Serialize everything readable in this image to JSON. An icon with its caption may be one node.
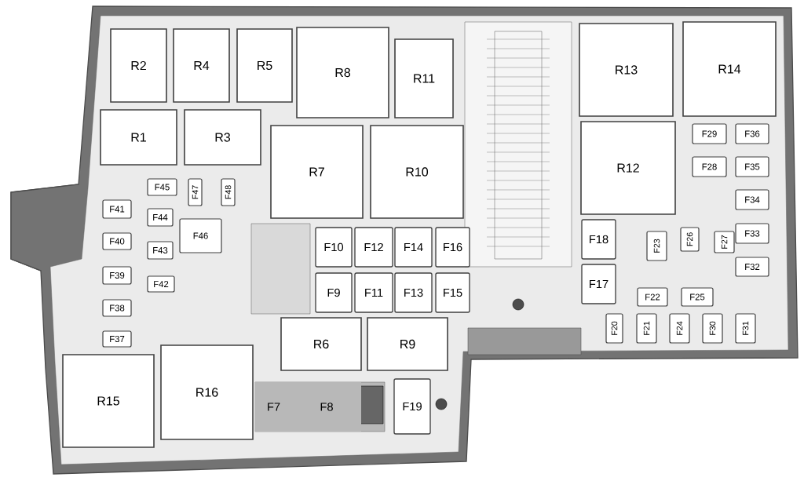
{
  "diagram": {
    "nodes": [
      {
        "text": [
          "R2"
        ]
      },
      {
        "text": [
          "R4"
        ]
      },
      {
        "text": [
          "R5"
        ]
      },
      {
        "text": [
          "R8"
        ]
      },
      {
        "text": [
          "R11"
        ]
      },
      {
        "text": [
          "R13"
        ]
      },
      {
        "text": [
          "R14"
        ]
      },
      {
        "text": [
          "R1"
        ]
      },
      {
        "text": [
          "R3"
        ]
      },
      {
        "text": [
          "R7"
        ]
      },
      {
        "text": [
          "R10"
        ]
      },
      {
        "text": [
          "R12"
        ]
      },
      {
        "text": [
          "F29"
        ]
      },
      {
        "text": [
          "F36"
        ]
      },
      {
        "text": [
          "F28"
        ]
      },
      {
        "text": [
          "F35"
        ]
      },
      {
        "text": [
          "F45"
        ]
      },
      {
        "text": [
          "F47"
        ]
      },
      {
        "text": [
          "F48"
        ]
      },
      {
        "text": [
          "F41"
        ]
      },
      {
        "text": [
          "F44"
        ]
      },
      {
        "text": [
          "F34"
        ]
      },
      {
        "text": [
          "F46"
        ]
      },
      {
        "text": [
          "F40"
        ]
      },
      {
        "text": [
          "F43"
        ]
      },
      {
        "text": [
          "F18"
        ]
      },
      {
        "text": [
          "F23"
        ]
      },
      {
        "text": [
          "F26"
        ]
      },
      {
        "text": [
          "F27"
        ]
      },
      {
        "text": [
          "F33"
        ]
      },
      {
        "text": [
          "F10"
        ]
      },
      {
        "text": [
          "F12"
        ]
      },
      {
        "text": [
          "F14"
        ]
      },
      {
        "text": [
          "F16"
        ]
      },
      {
        "text": [
          "F39"
        ]
      },
      {
        "text": [
          "F32"
        ]
      },
      {
        "text": [
          "F42"
        ]
      },
      {
        "text": [
          "F9"
        ]
      },
      {
        "text": [
          "F11"
        ]
      },
      {
        "text": [
          "F13"
        ]
      },
      {
        "text": [
          "F15"
        ]
      },
      {
        "text": [
          "F17"
        ]
      },
      {
        "text": [
          "F22"
        ]
      },
      {
        "text": [
          "F25"
        ]
      },
      {
        "text": [
          "F38"
        ]
      },
      {
        "text": [
          "F20"
        ]
      },
      {
        "text": [
          "F21"
        ]
      },
      {
        "text": [
          "F24"
        ]
      },
      {
        "text": [
          "F30"
        ]
      },
      {
        "text": [
          "F31"
        ]
      },
      {
        "text": [
          "F37"
        ]
      },
      {
        "text": [
          "R6"
        ]
      },
      {
        "text": [
          "R9"
        ]
      },
      {
        "text": [
          "R16"
        ]
      },
      {
        "text": [
          "R15"
        ]
      },
      {
        "text": [
          "F7"
        ]
      },
      {
        "text": [
          "F8"
        ]
      },
      {
        "text": [
          "F19"
        ]
      }
    ]
  }
}
